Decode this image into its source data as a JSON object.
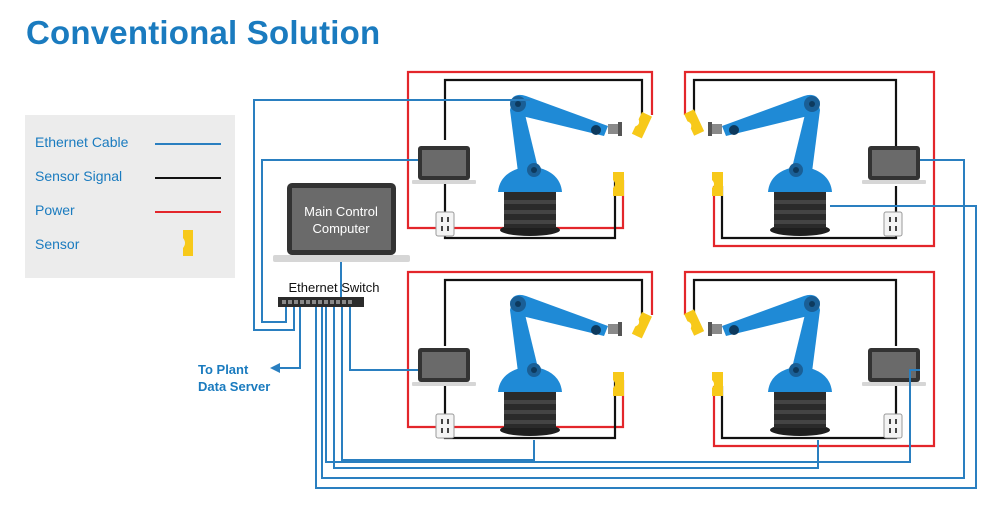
{
  "title": "Conventional Solution",
  "legend": {
    "items": [
      {
        "label": "Ethernet Cable",
        "color": "#2a7fc0"
      },
      {
        "label": "Sensor Signal",
        "color": "#111111"
      },
      {
        "label": "Power",
        "color": "#e3262b"
      },
      {
        "label": "Sensor",
        "color": "#f7c91a"
      }
    ]
  },
  "main_computer": {
    "line1": "Main Control",
    "line2": "Computer"
  },
  "switch": {
    "label": "Ethernet Switch"
  },
  "plant": {
    "line1": "To Plant",
    "line2": "Data Server"
  },
  "colors": {
    "ethernet": "#2a7fc0",
    "sensor_signal": "#111111",
    "power": "#e3262b",
    "sensor": "#f7c91a",
    "robot_blue": "#1f8ad6",
    "robot_base": "#2a2a2a"
  }
}
